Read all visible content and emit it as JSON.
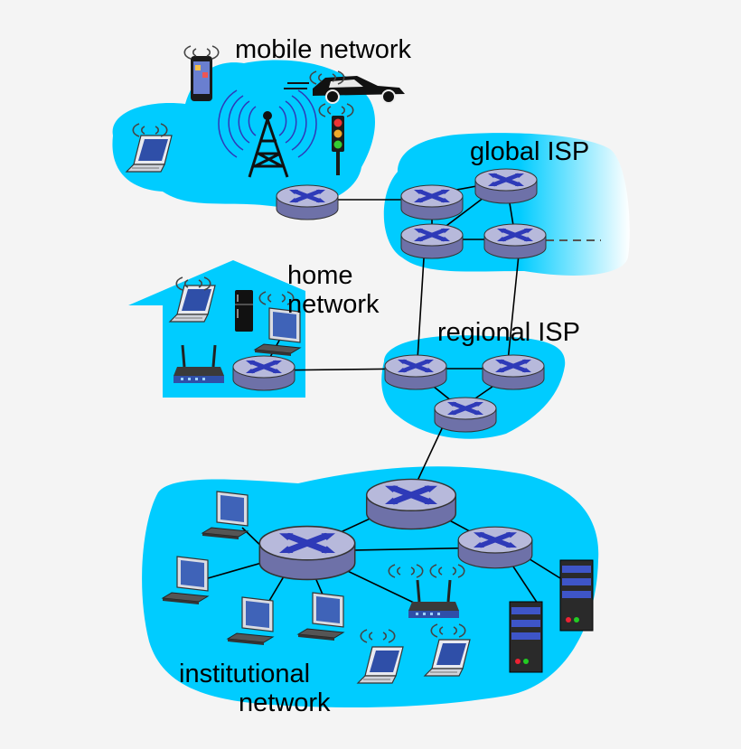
{
  "labels": {
    "mobile": "mobile network",
    "global": "global ISP",
    "home_line1": "home",
    "home_line2": "network",
    "regional": "regional ISP",
    "inst_line1": "institutional",
    "inst_line2": "network"
  },
  "colors": {
    "network_fill": "#00CCFF",
    "router_top": "#B7B9DB",
    "router_side": "#6E71A8",
    "router_x": "#2E3AB8",
    "link": "#000000"
  },
  "icons": [
    "router-icon",
    "laptop-icon",
    "desktop-computer-icon",
    "smartphone-icon",
    "car-icon",
    "traffic-light-icon",
    "cell-tower-icon",
    "wifi-access-point-icon",
    "server-icon",
    "refrigerator-icon",
    "wireless-signal-icon"
  ]
}
